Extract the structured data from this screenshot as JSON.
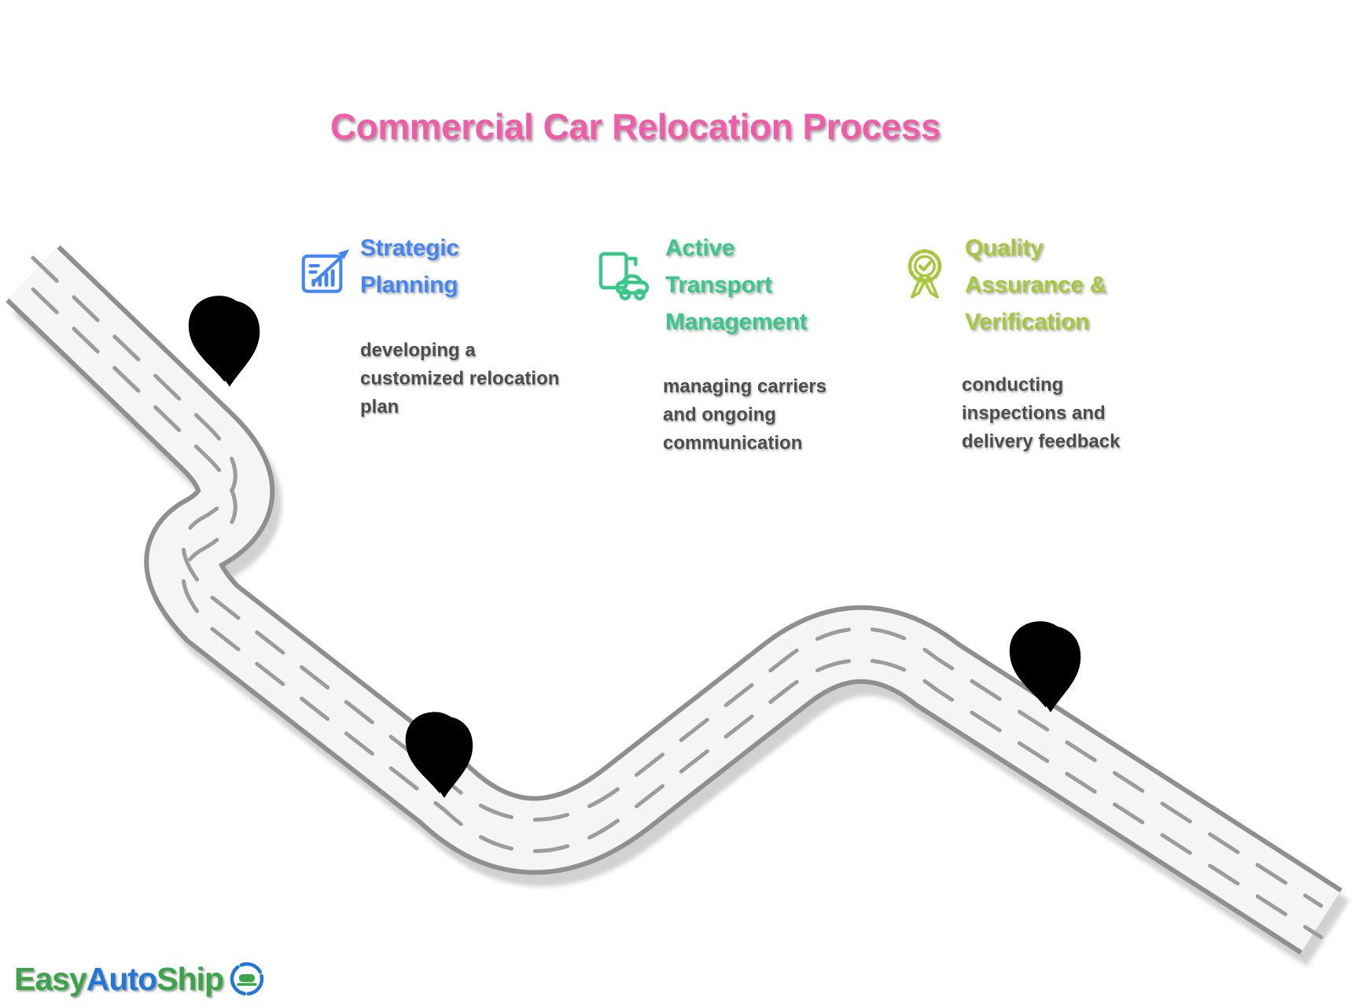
{
  "title": "Commercial Car Relocation Process",
  "steps": [
    {
      "heading_lines": [
        "Strategic",
        "Planning"
      ],
      "description_lines": [
        "developing a",
        "customized relocation",
        "plan"
      ],
      "accent_color": "#4285f4",
      "icon": "bar-chart-growth-icon",
      "pin": {
        "stroke": "#4477e0",
        "fill": "#edf3fe"
      }
    },
    {
      "heading_lines": [
        "Active",
        "Transport",
        "Management"
      ],
      "description_lines": [
        "managing carriers",
        "and ongoing",
        "communication"
      ],
      "accent_color": "#38c98a",
      "icon": "car-transport-truck-icon",
      "pin": {
        "stroke": "#2fc27c",
        "fill": "#e9faf1"
      }
    },
    {
      "heading_lines": [
        "Quality",
        "Assurance &",
        "Verification"
      ],
      "description_lines": [
        "conducting",
        "inspections and",
        "delivery feedback"
      ],
      "accent_color": "#a7c83d",
      "icon": "award-ribbon-check-icon",
      "pin": {
        "stroke": "#9cbb3a",
        "fill": "#f4f9dc"
      }
    }
  ],
  "logo": {
    "segments": [
      {
        "text": "Easy",
        "color": "#3aa546"
      },
      {
        "text": "Auto",
        "color": "#2277dd"
      },
      {
        "text": "Ship",
        "color": "#3aa546"
      }
    ],
    "icon": "globe-swoosh-car-icon"
  },
  "theme": {
    "bg": "#ffffff",
    "title-pink": "#f05ca8",
    "body-gray": "#4d4d4d",
    "step1-accent": "#4285f4",
    "step2-accent": "#38c98a",
    "step3-accent": "#a7c83d",
    "pin1-stroke": "#4477e0",
    "pin1-fill": "#edf3fe",
    "pin2-stroke": "#2fc27c",
    "pin2-fill": "#e9faf1",
    "pin3-stroke": "#9cbb3a",
    "pin3-fill": "#f4f9dc",
    "road-edge": "#8f8f8f",
    "road-fill": "#f5f5f5",
    "road-dash": "#9c9c9c",
    "road-shadow": "#b9b9b9",
    "logo-green": "#3aa546",
    "logo-blue": "#2277dd"
  }
}
